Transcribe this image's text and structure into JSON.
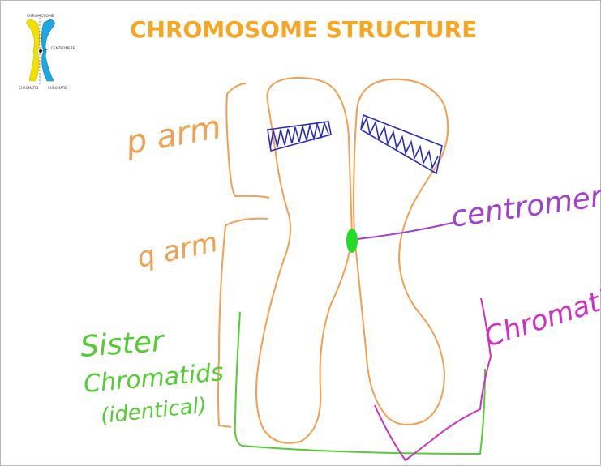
{
  "title": "CHROMOSOME STRUCTURE",
  "thumbnail": {
    "label_top": "CHROMOSOME",
    "label_right": "CENTROMERE",
    "label_bottom_left": "CHROMATID",
    "label_bottom_right": "CHROMATID"
  },
  "labels": {
    "p_arm": "p arm",
    "q_arm": "q arm",
    "centromere": "centromere",
    "chromatid": "Chromatid",
    "sister_line1": "Sister",
    "sister_line2": "Chromatids",
    "sister_line3": "(identical)"
  },
  "colors": {
    "title": "#f5a623",
    "chromosome_outline": "#f0a050",
    "hatching": "#2a2ab8",
    "centromere_dot": "#22dd22",
    "centromere_label": "#a040d0",
    "chromatid_label": "#d030c0",
    "sister_label": "#55cc33",
    "thumb_yellow": "#f2e000",
    "thumb_blue": "#1aa7e6"
  }
}
